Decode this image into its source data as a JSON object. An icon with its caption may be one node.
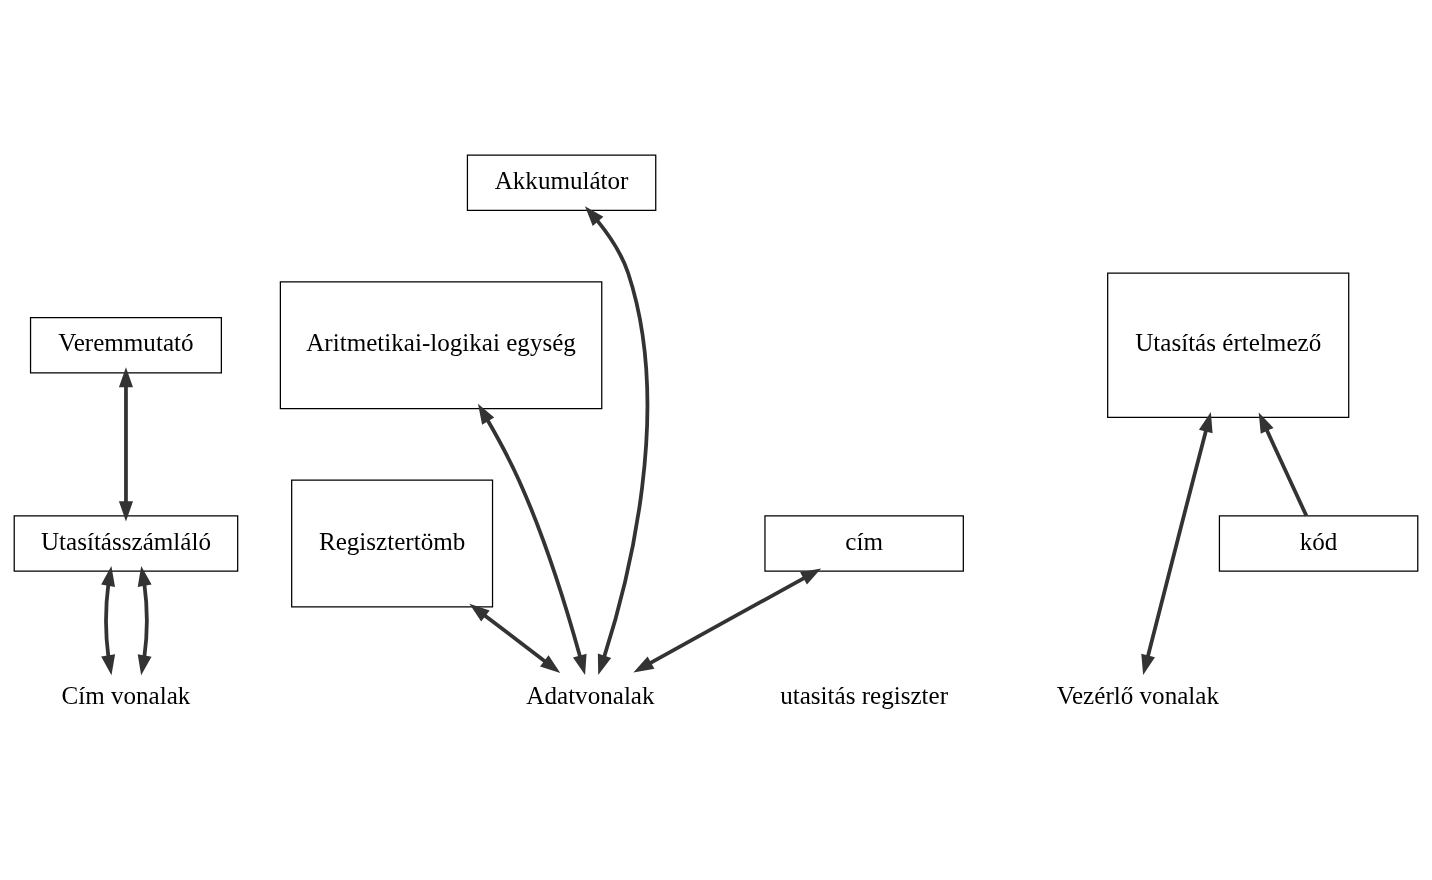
{
  "diagram": {
    "nodes": [
      {
        "text": [
          "Veremmutató"
        ]
      },
      {
        "text": [
          "Utasításszámláló"
        ]
      },
      {
        "text": [
          "Akkumulátor"
        ]
      },
      {
        "text": [
          "Utasítás értelmező"
        ]
      },
      {
        "text": [
          "Aritmetikai-logikai egység"
        ]
      },
      {
        "text": [
          "kód"
        ]
      },
      {
        "text": [
          "cím"
        ]
      },
      {
        "text": [
          "Regisztertömb"
        ]
      },
      {
        "text": [
          "Vezérlő vonalak"
        ]
      },
      {
        "text": [
          "Adatvonalak"
        ]
      },
      {
        "text": [
          "Cím vonalak"
        ]
      }
    ],
    "edges": [
      {
        "from": 0,
        "to": 1,
        "arrow": "both"
      },
      {
        "from": 9,
        "to": 2,
        "arrow": "both"
      },
      {
        "from": 9,
        "to": 4,
        "arrow": "both"
      },
      {
        "from": 9,
        "to": 7,
        "arrow": "both"
      },
      {
        "from": 5,
        "to": 3,
        "arrow": "to"
      },
      {
        "from": 3,
        "to": 8,
        "arrow": "both"
      },
      {
        "from": 6,
        "to": 9,
        "arrow": "both"
      },
      {
        "from": 1,
        "to": 10,
        "arrow": "both"
      },
      {
        "from": 1,
        "to": 10,
        "arrow": "both"
      }
    ],
    "labels": [
      "utasitás regiszter"
    ]
  }
}
